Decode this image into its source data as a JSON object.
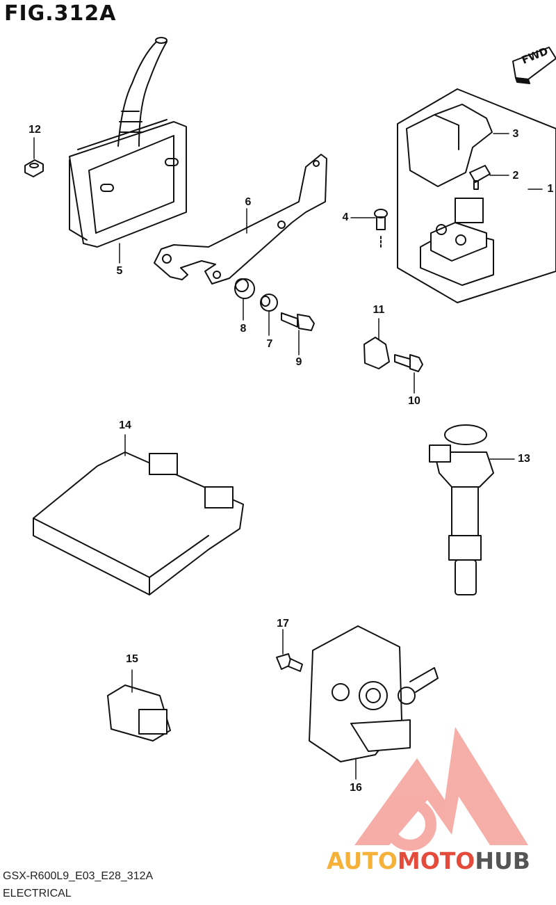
{
  "figure": {
    "title": "FIG.312A"
  },
  "footer": {
    "model_code": "GSX-R600L9_E03_E28_312A",
    "section": "ELECTRICAL"
  },
  "direction_marker": {
    "label": "FWD"
  },
  "callouts": [
    "1",
    "2",
    "3",
    "4",
    "5",
    "6",
    "7",
    "8",
    "9",
    "10",
    "11",
    "12",
    "13",
    "14",
    "15",
    "16",
    "17"
  ],
  "watermark": {
    "part_a": "AUTO",
    "part_b": "MOTO",
    "part_c": "HUB",
    "colors": {
      "a": "#f5b13a",
      "b": "#e54b3b",
      "c": "#555555"
    }
  }
}
